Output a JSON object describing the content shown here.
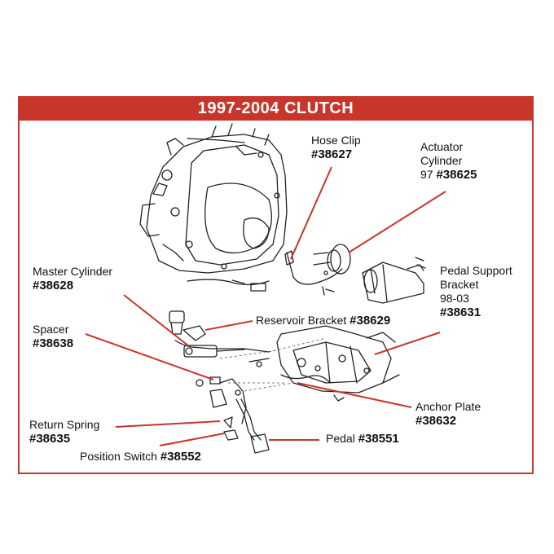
{
  "title": "1997-2004 CLUTCH",
  "colors": {
    "accent": "#c8352b",
    "line": "#c8352b",
    "drawing": "#222222"
  },
  "labels": {
    "hose_clip": {
      "name": "Hose Clip",
      "part": "#38627"
    },
    "actuator_cylinder": {
      "name1": "Actuator",
      "name2": "Cylinder",
      "prefix": "97",
      "part": "#38625"
    },
    "master_cylinder": {
      "name": "Master Cylinder",
      "part": "#38628"
    },
    "pedal_support_bracket": {
      "name1": "Pedal Support",
      "name2": "Bracket",
      "years": "98-03",
      "part": "#38631"
    },
    "reservoir_bracket": {
      "name": "Reservoir Bracket",
      "part": "#38629"
    },
    "spacer": {
      "name": "Spacer",
      "part": "#38638"
    },
    "anchor_plate": {
      "name": "Anchor Plate",
      "part": "#38632"
    },
    "return_spring": {
      "name": "Return Spring",
      "part": "#38635"
    },
    "pedal": {
      "name": "Pedal",
      "part": "#38551"
    },
    "position_switch": {
      "name": "Position Switch",
      "part": "#38552"
    }
  }
}
